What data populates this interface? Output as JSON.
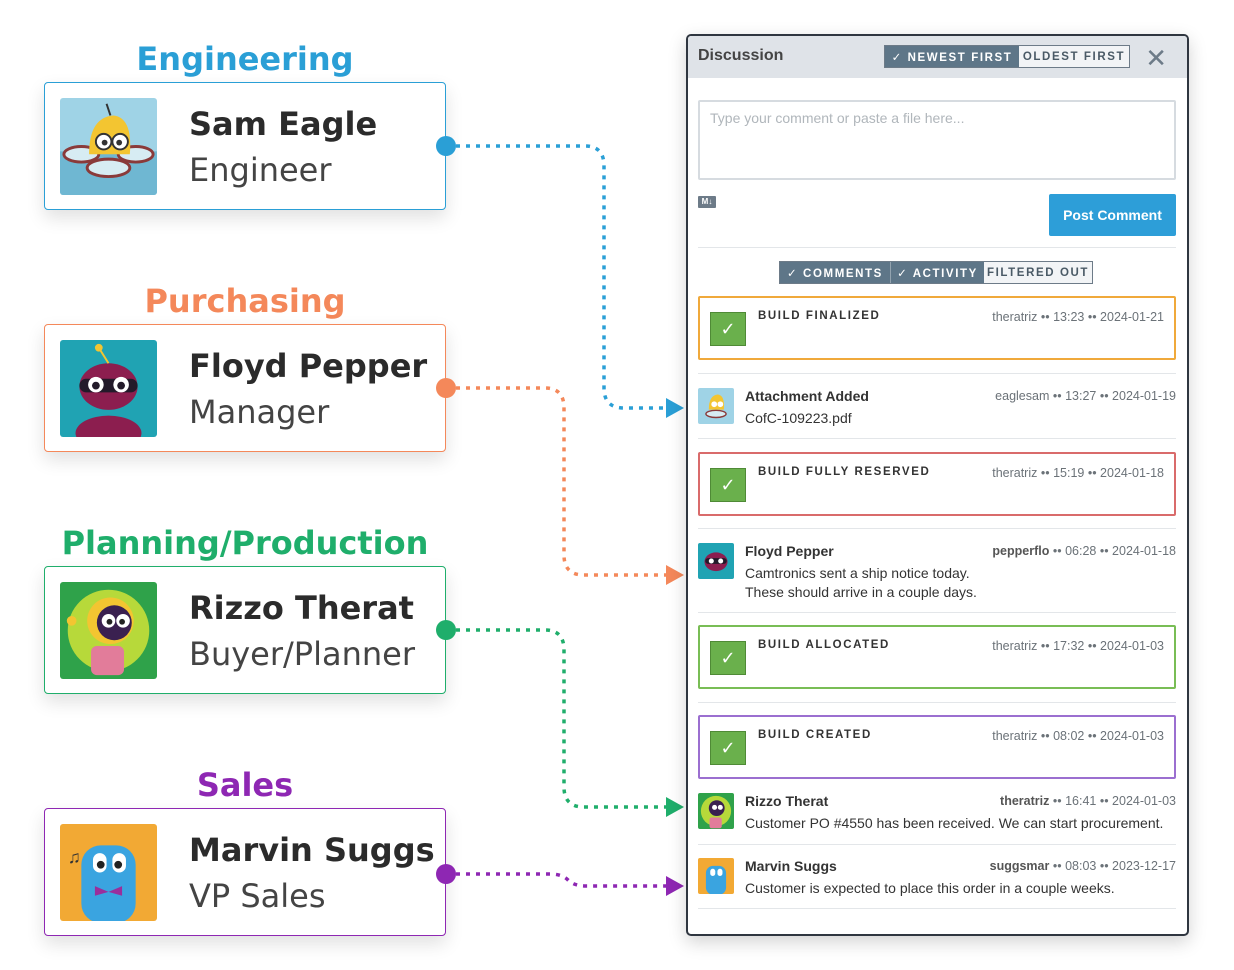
{
  "departments": [
    {
      "title": "Engineering",
      "color": "#2a9fd6",
      "name": "Sam Eagle",
      "role": "Engineer",
      "avatar_icon": "drone-robot-icon"
    },
    {
      "title": "Purchasing",
      "color": "#f4885a",
      "name": "Floyd Pepper",
      "role": "Manager",
      "avatar_icon": "purple-robot-icon"
    },
    {
      "title": "Planning/Production",
      "color": "#1fae6b",
      "name": "Rizzo Therat",
      "role": "Buyer/Planner",
      "avatar_icon": "green-robot-icon"
    },
    {
      "title": "Sales",
      "color": "#8e27b3",
      "name": "Marvin Suggs",
      "role": "VP Sales",
      "avatar_icon": "blue-robot-icon"
    }
  ],
  "discussion": {
    "title": "Discussion",
    "sort": {
      "newest": "✓ NEWEST FIRST",
      "oldest": "OLDEST FIRST"
    },
    "close_icon": "close-icon",
    "comment_placeholder": "Type your comment or paste a file here...",
    "markdown_badge": "M↓",
    "post_label": "Post Comment",
    "filters": {
      "comments": "✓ COMMENTS",
      "activity": "✓ ACTIVITY",
      "filtered": "FILTERED OUT"
    },
    "feed": [
      {
        "kind": "event",
        "label": "BUILD FINALIZED",
        "meta": "theratriz •• 13:23 •• 2024-01-21",
        "color": "#f0a93b"
      },
      {
        "kind": "comment",
        "name": "Attachment Added",
        "user": "eaglesam",
        "meta": " •• 13:27 •• 2024-01-19",
        "lines": [
          "CofC-109223.pdf"
        ]
      },
      {
        "kind": "event",
        "label": "BUILD FULLY RESERVED",
        "meta": "theratriz •• 15:19 •• 2024-01-18",
        "color": "#d96b6b"
      },
      {
        "kind": "comment",
        "name": "Floyd Pepper",
        "user": "pepperflo",
        "meta": " •• 06:28 •• 2024-01-18",
        "lines": [
          "Camtronics sent a ship notice today.",
          "These should arrive in a couple days."
        ]
      },
      {
        "kind": "event",
        "label": "BUILD ALLOCATED",
        "meta": "theratriz •• 17:32 •• 2024-01-03",
        "color": "#79bd55"
      },
      {
        "kind": "event",
        "label": "BUILD CREATED",
        "meta": "theratriz •• 08:02 •• 2024-01-03",
        "color": "#9b6fd0"
      },
      {
        "kind": "comment",
        "name": "Rizzo Therat",
        "user": "theratriz",
        "meta": " •• 16:41 •• 2024-01-03",
        "lines": [
          "Customer PO #4550 has been received. We can start procurement."
        ]
      },
      {
        "kind": "comment",
        "name": "Marvin Suggs",
        "user": "suggsmar",
        "meta": " •• 08:03 •• 2023-12-17",
        "lines": [
          "Customer is expected to place this order in a couple weeks."
        ]
      }
    ]
  }
}
